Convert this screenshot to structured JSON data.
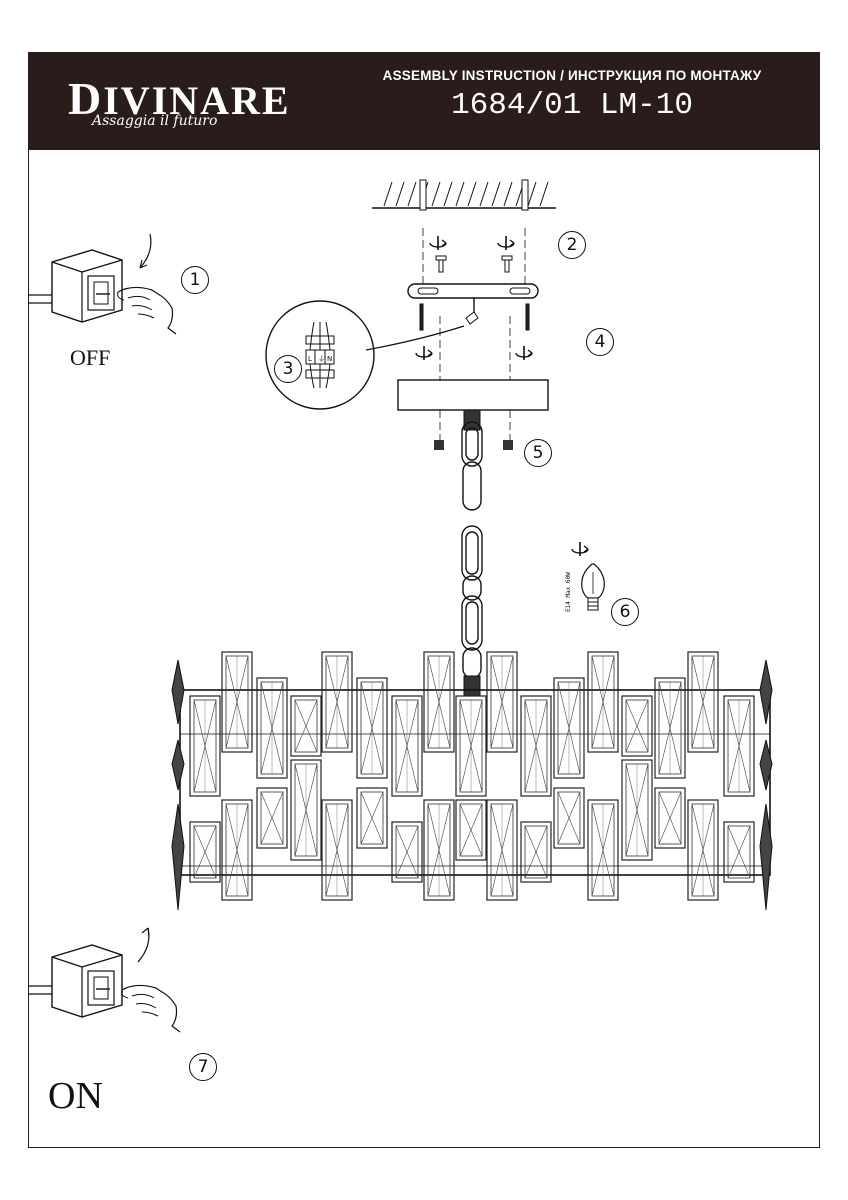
{
  "header": {
    "brand": "DIVINARE",
    "brand_first": "D",
    "brand_rest": "IVINARE",
    "slogan": "Assaggia il futuro",
    "title": "ASSEMBLY INSTRUCTION / ИНСТРУКЦИЯ ПО МОНТАЖУ",
    "model": "1684/01 LM-10",
    "background_color": "#2b1c1c"
  },
  "labels": {
    "off": "OFF",
    "on": "ON",
    "bulb_spec": "E14 Max 60W"
  },
  "steps": [
    "1",
    "2",
    "3",
    "4",
    "5",
    "6",
    "7"
  ],
  "icons": {
    "switch": "wall-switch-icon",
    "hand": "pointing-hand-icon",
    "bulb": "candle-bulb-icon",
    "rotate": "rotate-arrow-icon",
    "wiring": "terminal-block-icon"
  }
}
